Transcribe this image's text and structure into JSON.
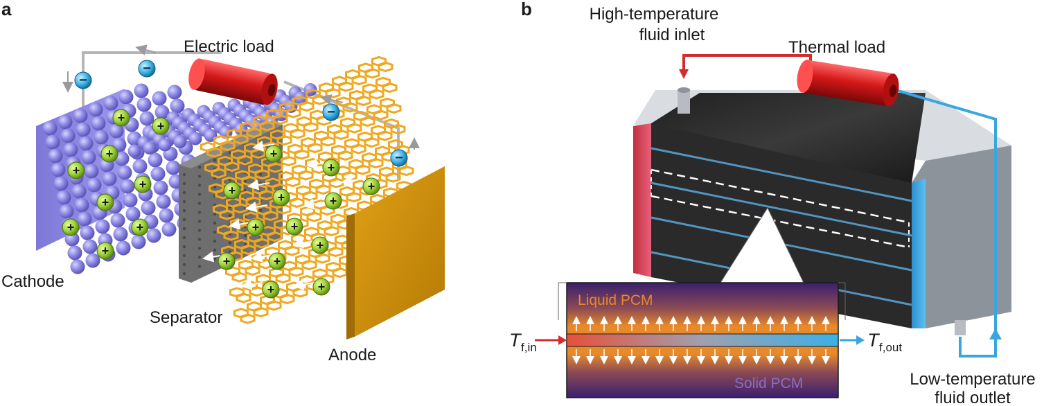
{
  "panel_a": {
    "letter": "a",
    "electric_load": "Electric load",
    "cathode": "Cathode",
    "separator": "Separator",
    "anode": "Anode",
    "electron_symbol": "−",
    "ion_symbol": "+",
    "colors": {
      "cathode": "#8a86e0",
      "anode": "#f0a81e",
      "separator": "#6e6e6e",
      "load": "#d41818",
      "electron": "#3fb4ea",
      "ion": "#9ed13c"
    }
  },
  "panel_b": {
    "letter": "b",
    "inlet": [
      "High-temperature",
      "fluid inlet"
    ],
    "thermal_load": "Thermal load",
    "outlet": [
      "Low-temperature",
      "fluid outlet"
    ],
    "liquid_pcm": "Liquid PCM",
    "solid_pcm": "Solid PCM",
    "t_in": {
      "symbol": "T",
      "subscript": "f,in"
    },
    "t_out": {
      "symbol": "T",
      "subscript": "f,out"
    },
    "colors": {
      "hot": "#d42c2c",
      "cold": "#3aa6e0",
      "liquid": "#e8892a",
      "solid": "#3a1f6e",
      "block": "#2a2a2a"
    }
  }
}
